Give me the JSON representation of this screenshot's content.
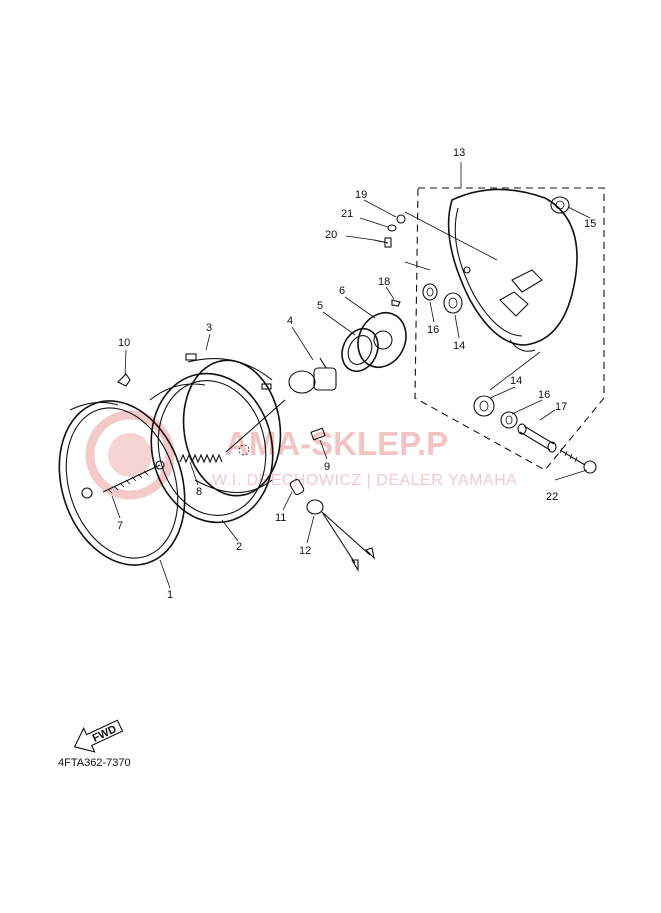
{
  "watermark": {
    "main": "AMA-SKLEP.P",
    "sub": "W.I. DRECHOWICZ | DEALER YAMAHA"
  },
  "callouts": {
    "c1": "1",
    "c2": "2",
    "c3": "3",
    "c4": "4",
    "c5": "5",
    "c6": "6",
    "c7": "7",
    "c8": "8",
    "c9": "9",
    "c10": "10",
    "c11": "11",
    "c12": "12",
    "c13": "13",
    "c14a": "14",
    "c14b": "14",
    "c15": "15",
    "c16a": "16",
    "c16b": "16",
    "c17": "17",
    "c18": "18",
    "c19": "19",
    "c20": "20",
    "c21": "21",
    "c22": "22"
  },
  "fwd_label": "FWD",
  "diagram_code": "4FTA362-7370"
}
